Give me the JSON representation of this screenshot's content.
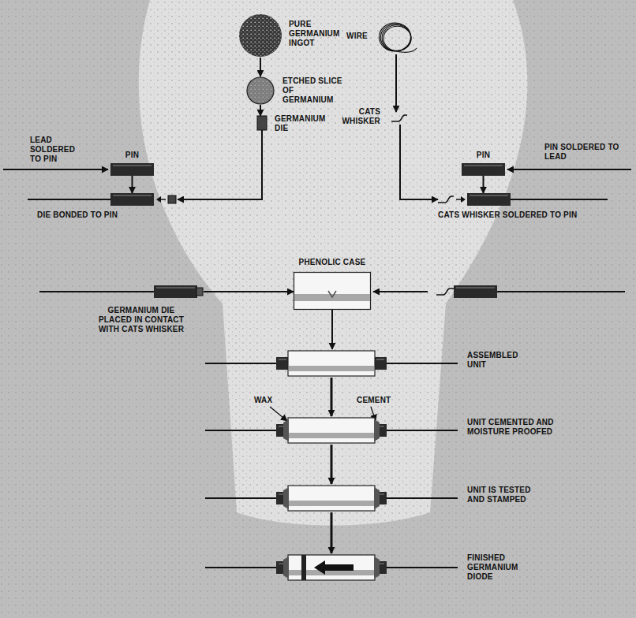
{
  "diagram": {
    "nodes": [
      {
        "text": [
          "PURE GERMANIUM INGOT"
        ]
      },
      {
        "text": [
          "WIRE"
        ]
      },
      {
        "text": [
          "ETCHED SLICE OF GERMANIUM"
        ]
      },
      {
        "text": [
          "CATS WHISKER"
        ]
      },
      {
        "text": [
          "GERMANIUM DIE"
        ]
      },
      {
        "text": [
          "PIN"
        ]
      },
      {
        "text": [
          "PIN"
        ]
      },
      {
        "text": [
          "DIE BONDED TO PIN"
        ]
      },
      {
        "text": [
          "CATS WHISKER SOLDERED TO PIN"
        ]
      },
      {
        "text": [
          "PHENOLIC CASE"
        ]
      },
      {
        "text": [
          "GERMANIUM DIE PLACED IN CONTACT WITH CATS WHISKER"
        ]
      },
      {
        "text": [
          "ASSEMBLED UNIT"
        ]
      },
      {
        "text": [
          "UNIT CEMENTED AND MOISTURE PROOFED"
        ]
      },
      {
        "text": [
          "UNIT IS TESTED AND STAMPED"
        ]
      },
      {
        "text": [
          "FINISHED GERMANIUM DIODE"
        ]
      }
    ],
    "edges": [
      {
        "from": 0,
        "to": 2,
        "arrow": "to"
      },
      {
        "from": 2,
        "to": 4,
        "arrow": "to"
      },
      {
        "from": 1,
        "to": 3,
        "arrow": "to"
      },
      {
        "from": 4,
        "to": 7,
        "arrow": "to"
      },
      {
        "from": 3,
        "to": 8,
        "arrow": "to"
      },
      {
        "from": 5,
        "to": 7,
        "arrow": "to"
      },
      {
        "from": 6,
        "to": 8,
        "arrow": "to"
      },
      {
        "from": 10,
        "to": 9,
        "arrow": "to"
      },
      {
        "from": 9,
        "to": 11,
        "arrow": "to"
      },
      {
        "from": 11,
        "to": 12,
        "arrow": "to"
      },
      {
        "from": 12,
        "to": 13,
        "arrow": "to"
      },
      {
        "from": 13,
        "to": 14,
        "arrow": "to"
      }
    ],
    "labels": [
      "LEAD SOLDERED TO PIN",
      "PIN SOLDERED TO LEAD",
      "WAX",
      "CEMENT"
    ]
  }
}
